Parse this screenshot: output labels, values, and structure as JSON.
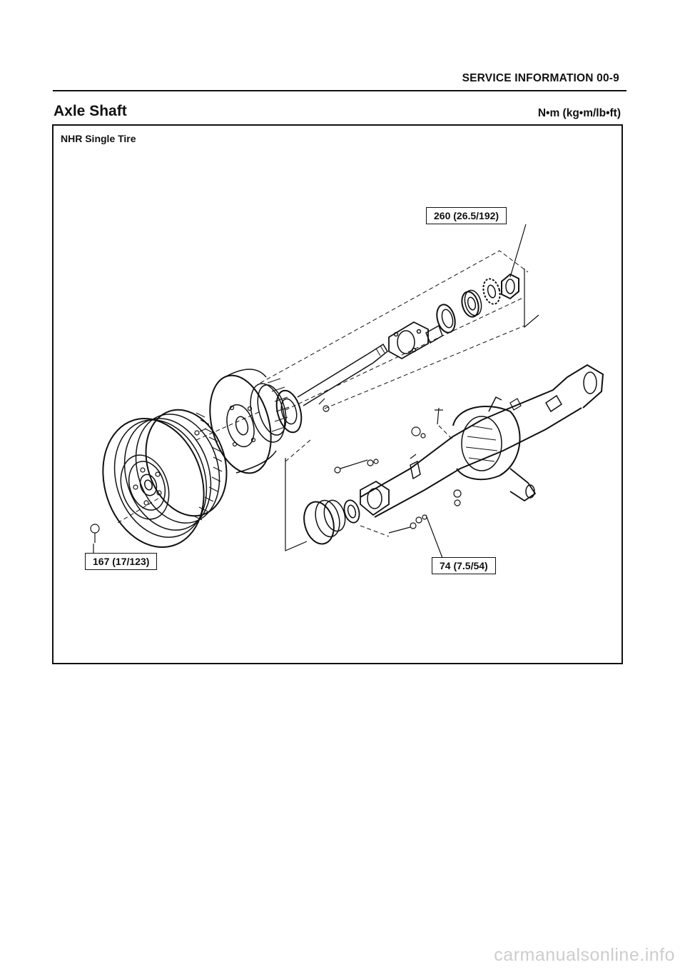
{
  "header": {
    "title": "SERVICE INFORMATION 00-9"
  },
  "section": {
    "title": "Axle Shaft",
    "units": "N•m (kg•m/lb•ft)"
  },
  "figure": {
    "caption": "NHR Single Tire",
    "torque_labels": {
      "hub_nut": "260 (26.5/192)",
      "wheel_nut": "167 (17/123)",
      "carrier_bolt": "74 (7.5/54)"
    }
  },
  "watermark": "carmanualsonline.info"
}
